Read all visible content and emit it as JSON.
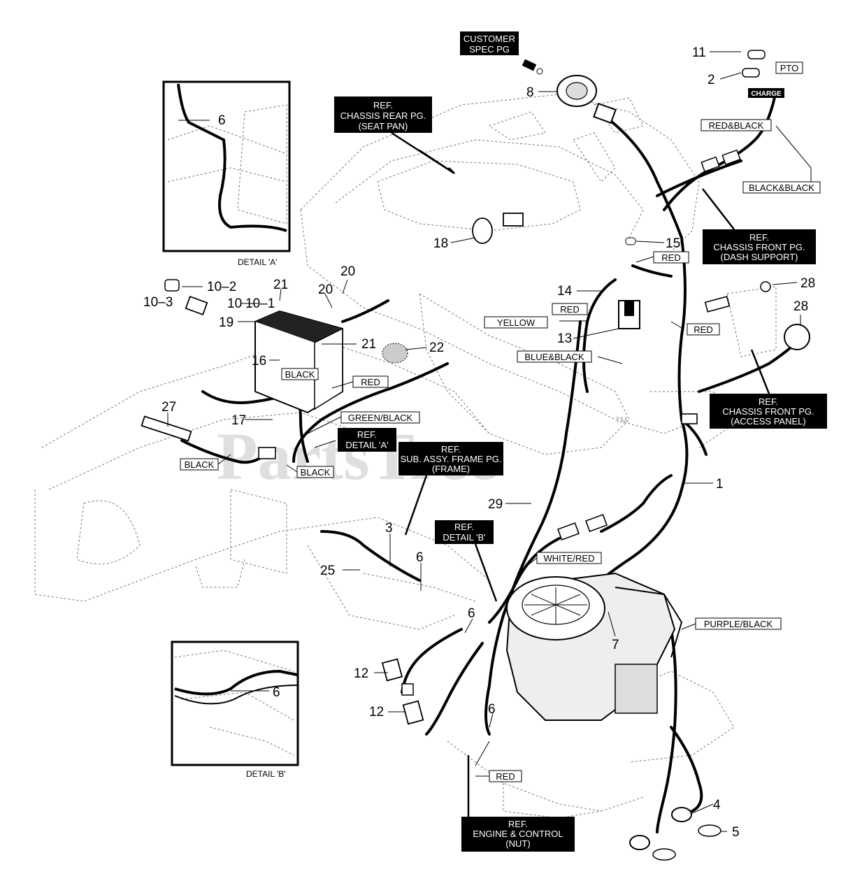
{
  "watermark": "PartsTree",
  "watermark_tm": "TM",
  "part_numbers": [
    {
      "id": "p11",
      "text": "11"
    },
    {
      "id": "p2",
      "text": "2"
    },
    {
      "id": "p8",
      "text": "8"
    },
    {
      "id": "p6a",
      "text": "6"
    },
    {
      "id": "p18",
      "text": "18"
    },
    {
      "id": "p15",
      "text": "15"
    },
    {
      "id": "p28a",
      "text": "28"
    },
    {
      "id": "p28b",
      "text": "28"
    },
    {
      "id": "p14",
      "text": "14"
    },
    {
      "id": "p13",
      "text": "13"
    },
    {
      "id": "p20a",
      "text": "20"
    },
    {
      "id": "p20b",
      "text": "20"
    },
    {
      "id": "p21a",
      "text": "21"
    },
    {
      "id": "p21b",
      "text": "21"
    },
    {
      "id": "p10_2",
      "text": "10–2"
    },
    {
      "id": "p10_3",
      "text": "10–3"
    },
    {
      "id": "p10",
      "text": "10"
    },
    {
      "id": "p10_1",
      "text": "10–1"
    },
    {
      "id": "p19",
      "text": "19"
    },
    {
      "id": "p16",
      "text": "16"
    },
    {
      "id": "p22",
      "text": "22"
    },
    {
      "id": "p17",
      "text": "17"
    },
    {
      "id": "p27",
      "text": "27"
    },
    {
      "id": "p1",
      "text": "1"
    },
    {
      "id": "p29",
      "text": "29"
    },
    {
      "id": "p3",
      "text": "3"
    },
    {
      "id": "p25",
      "text": "25"
    },
    {
      "id": "p6b",
      "text": "6"
    },
    {
      "id": "p6c",
      "text": "6"
    },
    {
      "id": "p7",
      "text": "7"
    },
    {
      "id": "p12a",
      "text": "12"
    },
    {
      "id": "p12b",
      "text": "12"
    },
    {
      "id": "p6d",
      "text": "6"
    },
    {
      "id": "p6e",
      "text": "6"
    },
    {
      "id": "p4",
      "text": "4"
    },
    {
      "id": "p5",
      "text": "5"
    }
  ],
  "wire_labels": [
    {
      "id": "pto",
      "text": "PTO"
    },
    {
      "id": "red_black",
      "text": "RED&BLACK"
    },
    {
      "id": "black_black",
      "text": "BLACK&BLACK"
    },
    {
      "id": "red1",
      "text": "RED"
    },
    {
      "id": "red2",
      "text": "RED"
    },
    {
      "id": "red3",
      "text": "RED"
    },
    {
      "id": "yellow",
      "text": "YELLOW"
    },
    {
      "id": "blue_black",
      "text": "BLUE&BLACK"
    },
    {
      "id": "black1",
      "text": "BLACK"
    },
    {
      "id": "red4",
      "text": "RED"
    },
    {
      "id": "green_black",
      "text": "GREEN/BLACK"
    },
    {
      "id": "black2",
      "text": "BLACK"
    },
    {
      "id": "black3",
      "text": "BLACK"
    },
    {
      "id": "white_red",
      "text": "WHITE/RED"
    },
    {
      "id": "purple_black",
      "text": "PURPLE/BLACK"
    },
    {
      "id": "red5",
      "text": "RED"
    }
  ],
  "charge_badge": "CHARGE",
  "ref_boxes": [
    {
      "id": "customer",
      "lines": [
        "CUSTOMER",
        "SPEC PG"
      ]
    },
    {
      "id": "chassis_rear",
      "lines": [
        "REF.",
        "CHASSIS REAR PG.",
        "(SEAT PAN)"
      ]
    },
    {
      "id": "chassis_front_dash",
      "lines": [
        "REF.",
        "CHASSIS FRONT PG.",
        "(DASH SUPPORT)"
      ]
    },
    {
      "id": "chassis_front_access",
      "lines": [
        "REF.",
        "CHASSIS FRONT PG.",
        "(ACCESS PANEL)"
      ]
    },
    {
      "id": "detail_a_ref",
      "lines": [
        "REF.",
        "DETAIL 'A'"
      ]
    },
    {
      "id": "subassy",
      "lines": [
        "REF.",
        "SUB. ASSY. FRAME PG.",
        "(FRAME)"
      ]
    },
    {
      "id": "detail_b_ref",
      "lines": [
        "REF.",
        "DETAIL 'B'"
      ]
    },
    {
      "id": "engine",
      "lines": [
        "REF.",
        "ENGINE & CONTROL",
        "(NUT)"
      ]
    }
  ],
  "detail_captions": {
    "a": "DETAIL 'A'",
    "b": "DETAIL 'B'"
  }
}
